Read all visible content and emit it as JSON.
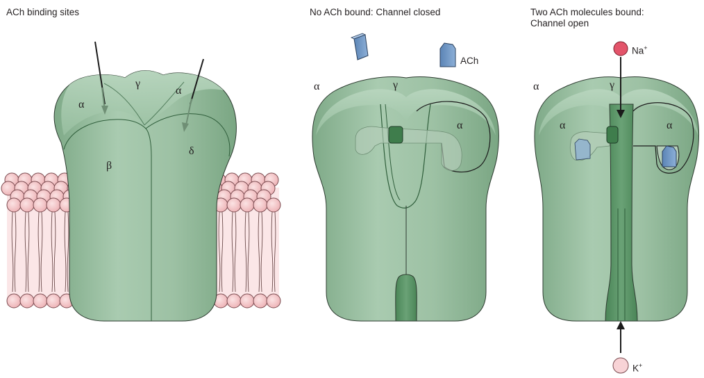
{
  "panels": {
    "binding_sites": {
      "caption": "ACh binding sites",
      "subunits": {
        "alpha_left": "α",
        "gamma": "γ",
        "alpha_right": "α",
        "beta": "β",
        "delta": "δ"
      }
    },
    "closed": {
      "caption": "No ACh bound: Channel closed",
      "ach_label": "ACh",
      "subunits": {
        "alpha_outer": "α",
        "gamma": "γ",
        "alpha_inner": "α"
      }
    },
    "open": {
      "caption_line1": "Two ACh molecules bound:",
      "caption_line2": "Channel open",
      "na_label": "Na",
      "na_charge": "+",
      "k_label": "K",
      "k_charge": "+",
      "subunits": {
        "alpha_outer": "α",
        "gamma": "γ",
        "alpha_left": "α",
        "alpha_right": "α"
      }
    }
  },
  "colors": {
    "protein": "#9fc2a6",
    "protein_dark": "#5f9a6c",
    "pore": "#4f8a5c",
    "ach": "#6f98c8",
    "lipid_head": "#f4c9ca",
    "sodium": "#e3546a",
    "potassium": "#f8d3d6"
  }
}
